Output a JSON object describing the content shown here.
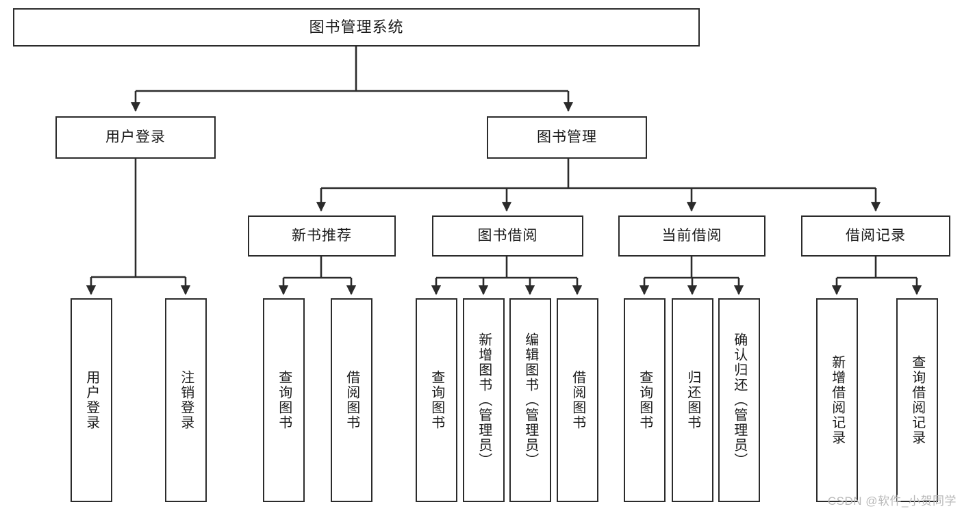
{
  "diagram": {
    "title": "图书管理系统",
    "type": "tree",
    "watermark": "CSDN @软件_小贺同学",
    "colors": {
      "box_border": "#2b2b2b",
      "box_fill": "#ffffff",
      "edge": "#2b2b2b",
      "text": "#1a1a1a",
      "watermark": "#b9b9b9",
      "background": "#ffffff"
    },
    "nodes": {
      "root": {
        "label": "图书管理系统"
      },
      "level2": [
        {
          "id": "user-login",
          "label": "用户登录"
        },
        {
          "id": "book-manage",
          "label": "图书管理"
        }
      ],
      "level3": [
        {
          "id": "new-book-recommend",
          "label": "新书推荐"
        },
        {
          "id": "book-borrow",
          "label": "图书借阅"
        },
        {
          "id": "current-borrow",
          "label": "当前借阅"
        },
        {
          "id": "borrow-record",
          "label": "借阅记录"
        }
      ],
      "leaves": {
        "user_login": [
          {
            "id": "leaf-user-login",
            "label": "用户登录"
          },
          {
            "id": "leaf-logout-login",
            "label": "注销登录"
          }
        ],
        "new_book_recommend": [
          {
            "id": "leaf-query-book-1",
            "label": "查询图书"
          },
          {
            "id": "leaf-borrow-book-1",
            "label": "借阅图书"
          }
        ],
        "book_borrow": [
          {
            "id": "leaf-query-book-2",
            "label": "查询图书"
          },
          {
            "id": "leaf-add-book-admin",
            "label": "新增图书（管理员）"
          },
          {
            "id": "leaf-edit-book-admin",
            "label": "编辑图书（管理员）"
          },
          {
            "id": "leaf-borrow-book-2",
            "label": "借阅图书"
          }
        ],
        "current_borrow": [
          {
            "id": "leaf-query-book-3",
            "label": "查询图书"
          },
          {
            "id": "leaf-return-book",
            "label": "归还图书"
          },
          {
            "id": "leaf-confirm-return-admin",
            "label": "确认归还（管理员）"
          }
        ],
        "borrow_record": [
          {
            "id": "leaf-add-borrow-record",
            "label": "新增借阅记录"
          },
          {
            "id": "leaf-query-borrow-record",
            "label": "查询借阅记录"
          }
        ]
      }
    }
  }
}
